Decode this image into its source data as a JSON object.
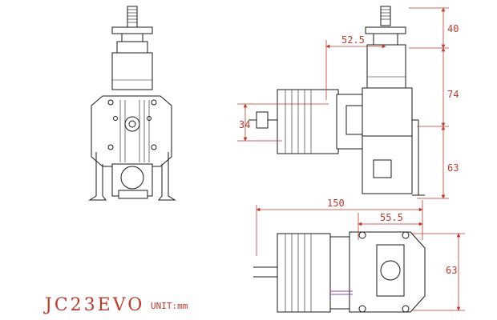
{
  "title": "JC23EVO",
  "unit_label": "UNIT:mm",
  "dimensions": {
    "d_52_5": "52.5",
    "d_40": "40",
    "d_74": "74",
    "d_34": "34",
    "d_63_side": "63",
    "d_150": "150",
    "d_55_5": "55.5",
    "d_63_bottom": "63"
  },
  "colors": {
    "dimension": "#c0392b",
    "outline": "#1a1a1a",
    "accent": "#8e44ad"
  }
}
